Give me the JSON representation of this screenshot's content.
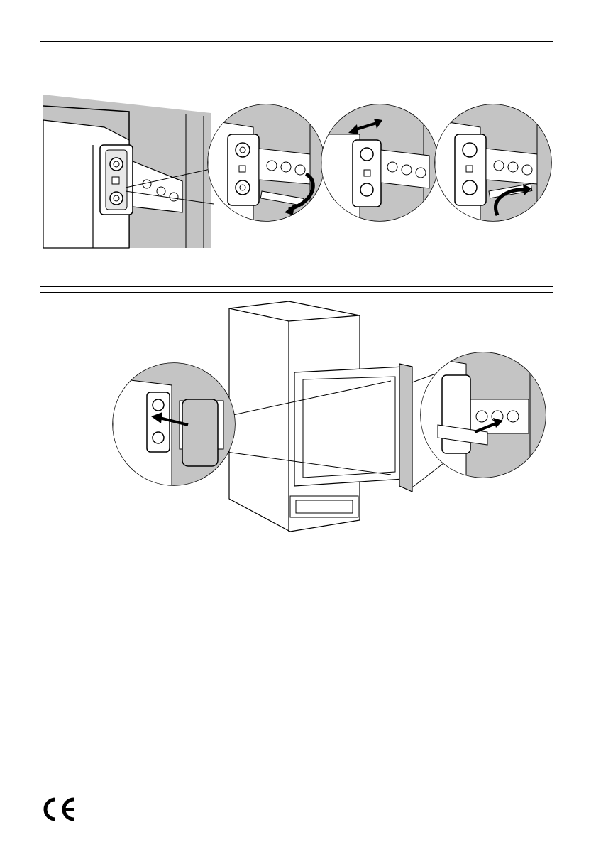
{
  "page": {
    "background": "#ffffff",
    "line_color": "#000000",
    "shade_color": "#bdbdbd"
  },
  "figures": [
    {
      "id": "hinge-adjustment",
      "icons": [
        "hinge-plate-icon",
        "screwdriver-rotate-icon",
        "adjust-arrow-icon"
      ]
    },
    {
      "id": "hinge-cover-fitting",
      "icons": [
        "appliance-cabinet-icon",
        "hinge-cover-icon",
        "push-arrow-icon"
      ]
    }
  ],
  "marks": {
    "ce": "CE"
  }
}
